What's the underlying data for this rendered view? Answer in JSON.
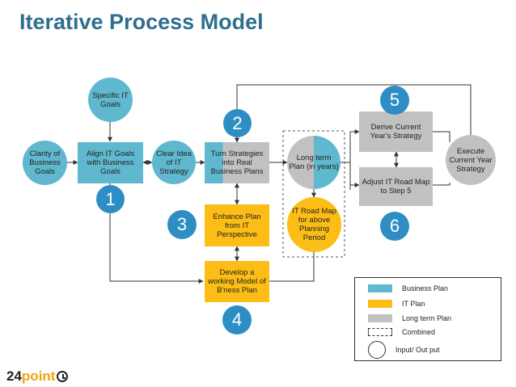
{
  "title": "Iterative Process Model",
  "nodes": {
    "specific_it_goals": "Specific IT Goals",
    "clarity_business_goals": "Clarity of Business Goals",
    "align_it_goals": "Align IT Goals with Business Goals",
    "clear_idea_it_strategy": "Clear Idea of IT Strategy",
    "turn_strategies": "Turn Strategies into Real Business Plans",
    "long_term_plan": "Long term Plan (in years)",
    "derive_current_strategy": "Derive Current Year's Strategy",
    "adjust_it_road_map": "Adjust IT Road Map to Step 5",
    "execute_current_year_strategy": "Execute Current Year Strategy",
    "enhance_plan": "Enhance Plan from IT Perspective",
    "it_road_map": "IT Road Map for above Planning Period",
    "develop_working_model": "Develop a working Model of B'ness Plan"
  },
  "steps": [
    "1",
    "2",
    "3",
    "4",
    "5",
    "6"
  ],
  "legend": {
    "business_plan": "Business Plan",
    "it_plan": "IT Plan",
    "long_term_plan": "Long term Plan",
    "combined": "Combined",
    "input_output": "Input/ Out put"
  },
  "colors": {
    "business_plan": "#5fb8cd",
    "it_plan": "#fbbd16",
    "long_term_plan": "#c1c1c1",
    "step_badge": "#2e8ec4",
    "title": "#2e6e8e"
  },
  "brand": {
    "prefix": "24",
    "suffix": "point"
  }
}
